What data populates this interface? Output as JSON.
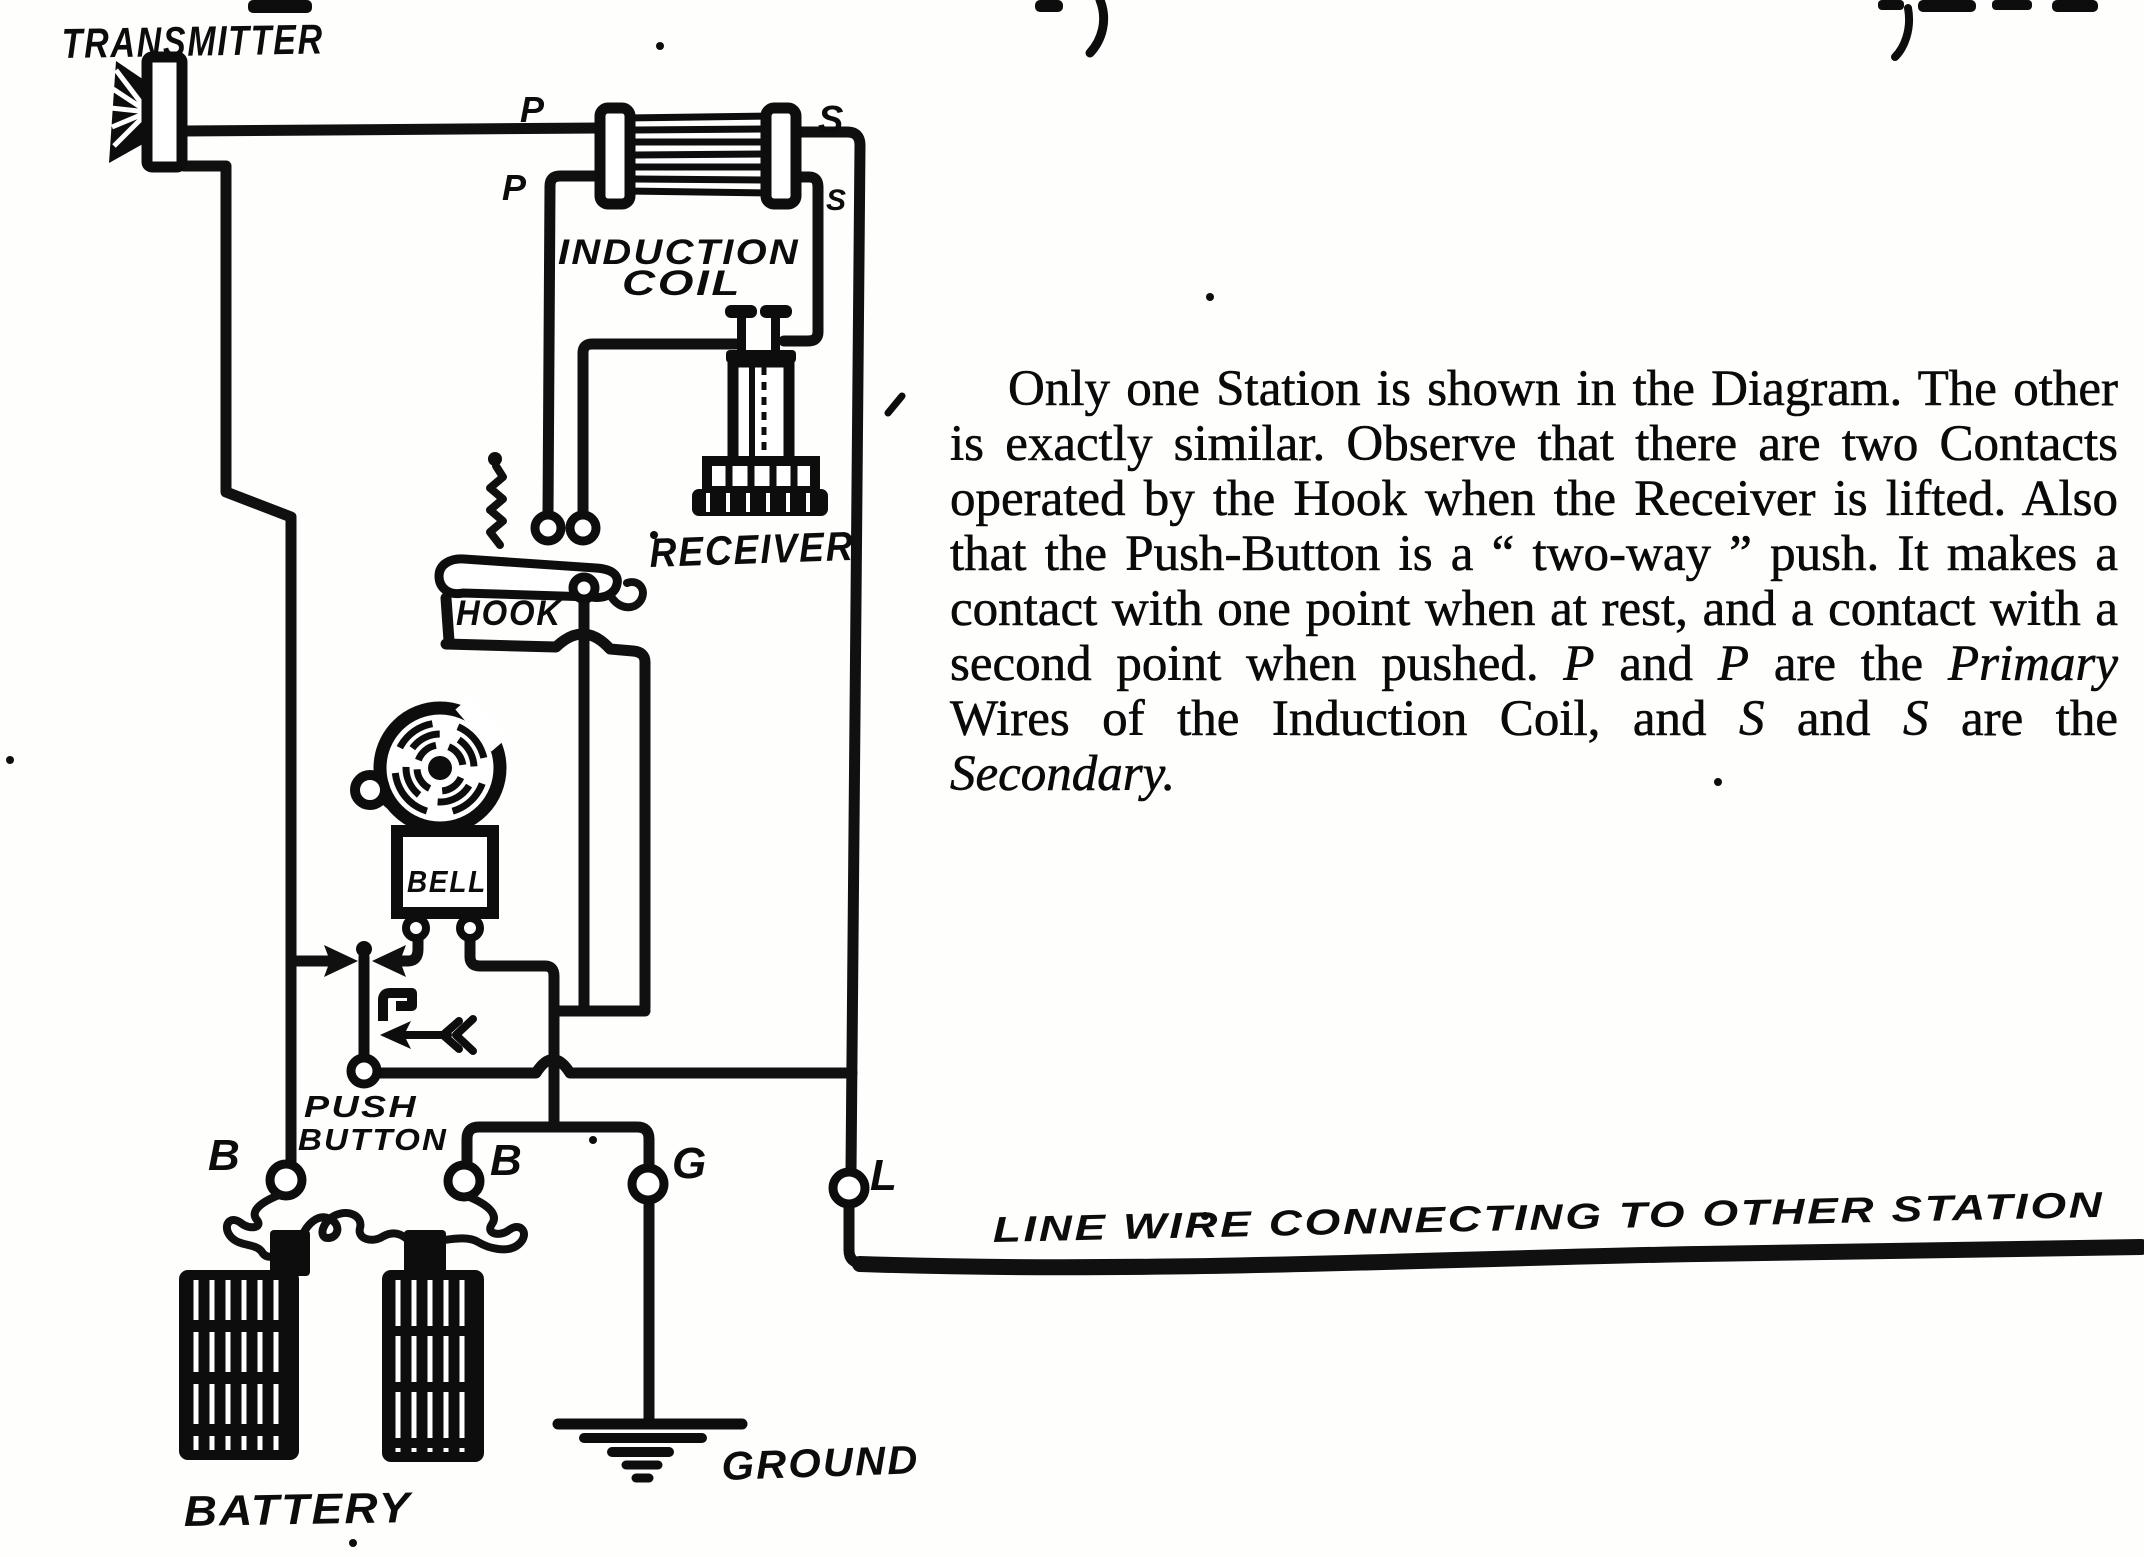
{
  "labels": {
    "transmitter": "TRANSMITTER",
    "induction_coil_line1": "INDUCTION",
    "induction_coil_line2": "COIL",
    "receiver": "RECEIVER",
    "hook": "HOOK",
    "bell": "BELL",
    "push_button_line1": "PUSH",
    "push_button_line2": "BUTTON",
    "battery": "BATTERY",
    "ground": "GROUND",
    "line_wire_caption": "LINE WIRE  CONNECTING TO OTHER STATION",
    "terminal_b_left": "B",
    "terminal_b_right": "B",
    "terminal_g": "G",
    "terminal_l": "L",
    "primary_top": "P",
    "primary_bottom": "P",
    "secondary_top": "S",
    "secondary_bottom": "S"
  },
  "paragraph": {
    "segments": [
      {
        "text": "Only one Station is shown in the Diagram.  The other is exactly similar.  Observe that there are two Contacts operated by the Hook when the Receiver is lifted.  Also that the Push-Button is a “ two-way ” push.  It makes a contact with one point when at rest, and a contact with a second point when pushed.  ",
        "italic": false
      },
      {
        "text": "P",
        "italic": true
      },
      {
        "text": " and ",
        "italic": false
      },
      {
        "text": "P",
        "italic": true
      },
      {
        "text": " are the ",
        "italic": false
      },
      {
        "text": "Primary",
        "italic": true
      },
      {
        "text": " Wires of the Induction Coil, and ",
        "italic": false
      },
      {
        "text": "S",
        "italic": true
      },
      {
        "text": " and ",
        "italic": false
      },
      {
        "text": "S",
        "italic": true
      },
      {
        "text": " are the ",
        "italic": false
      },
      {
        "text": "Secondary.",
        "italic": true
      }
    ]
  }
}
